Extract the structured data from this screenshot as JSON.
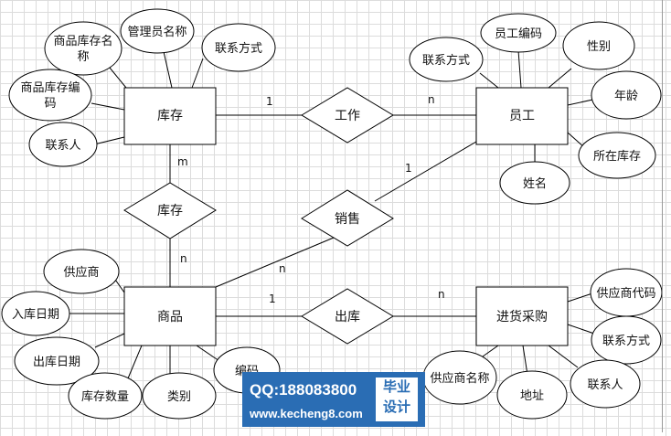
{
  "entities": {
    "inventory": "库存",
    "employee": "员工",
    "product": "商品",
    "purchase": "进货采购"
  },
  "relationships": {
    "work": "工作",
    "stock": "库存",
    "sell": "销售",
    "outbound": "出库"
  },
  "attributes": {
    "inventory": {
      "product_stock_name": [
        "商品库存名",
        "称"
      ],
      "admin_name": "管理员名称",
      "contact_method": "联系方式",
      "product_stock_code": [
        "商品库存编",
        "码"
      ],
      "contact_person": "联系人"
    },
    "employee": {
      "contact_method": "联系方式",
      "employee_code": "员工编码",
      "gender": "性别",
      "age": "年龄",
      "location_stock": "所在库存",
      "name": "姓名"
    },
    "product": {
      "supplier": "供应商",
      "inbound_date": "入库日期",
      "outbound_date": "出库日期",
      "stock_quantity": "库存数量",
      "category": "类别",
      "code": "编码"
    },
    "purchase": {
      "supplier_code": "供应商代码",
      "contact_method": "联系方式",
      "contact_person": "联系人",
      "address": "地址",
      "supplier_name": "供应商名称"
    }
  },
  "cardinalities": {
    "inventory_work": "1",
    "employee_work": "n",
    "inventory_stock": "m",
    "product_stock": "n",
    "employee_sell": "1",
    "product_sell": "n",
    "product_outbound": "1",
    "purchase_outbound": "n"
  },
  "watermark": {
    "qq": "QQ:188083800",
    "site": "www.kecheng8.com",
    "box_line1": "毕业",
    "box_line2": "设计"
  }
}
